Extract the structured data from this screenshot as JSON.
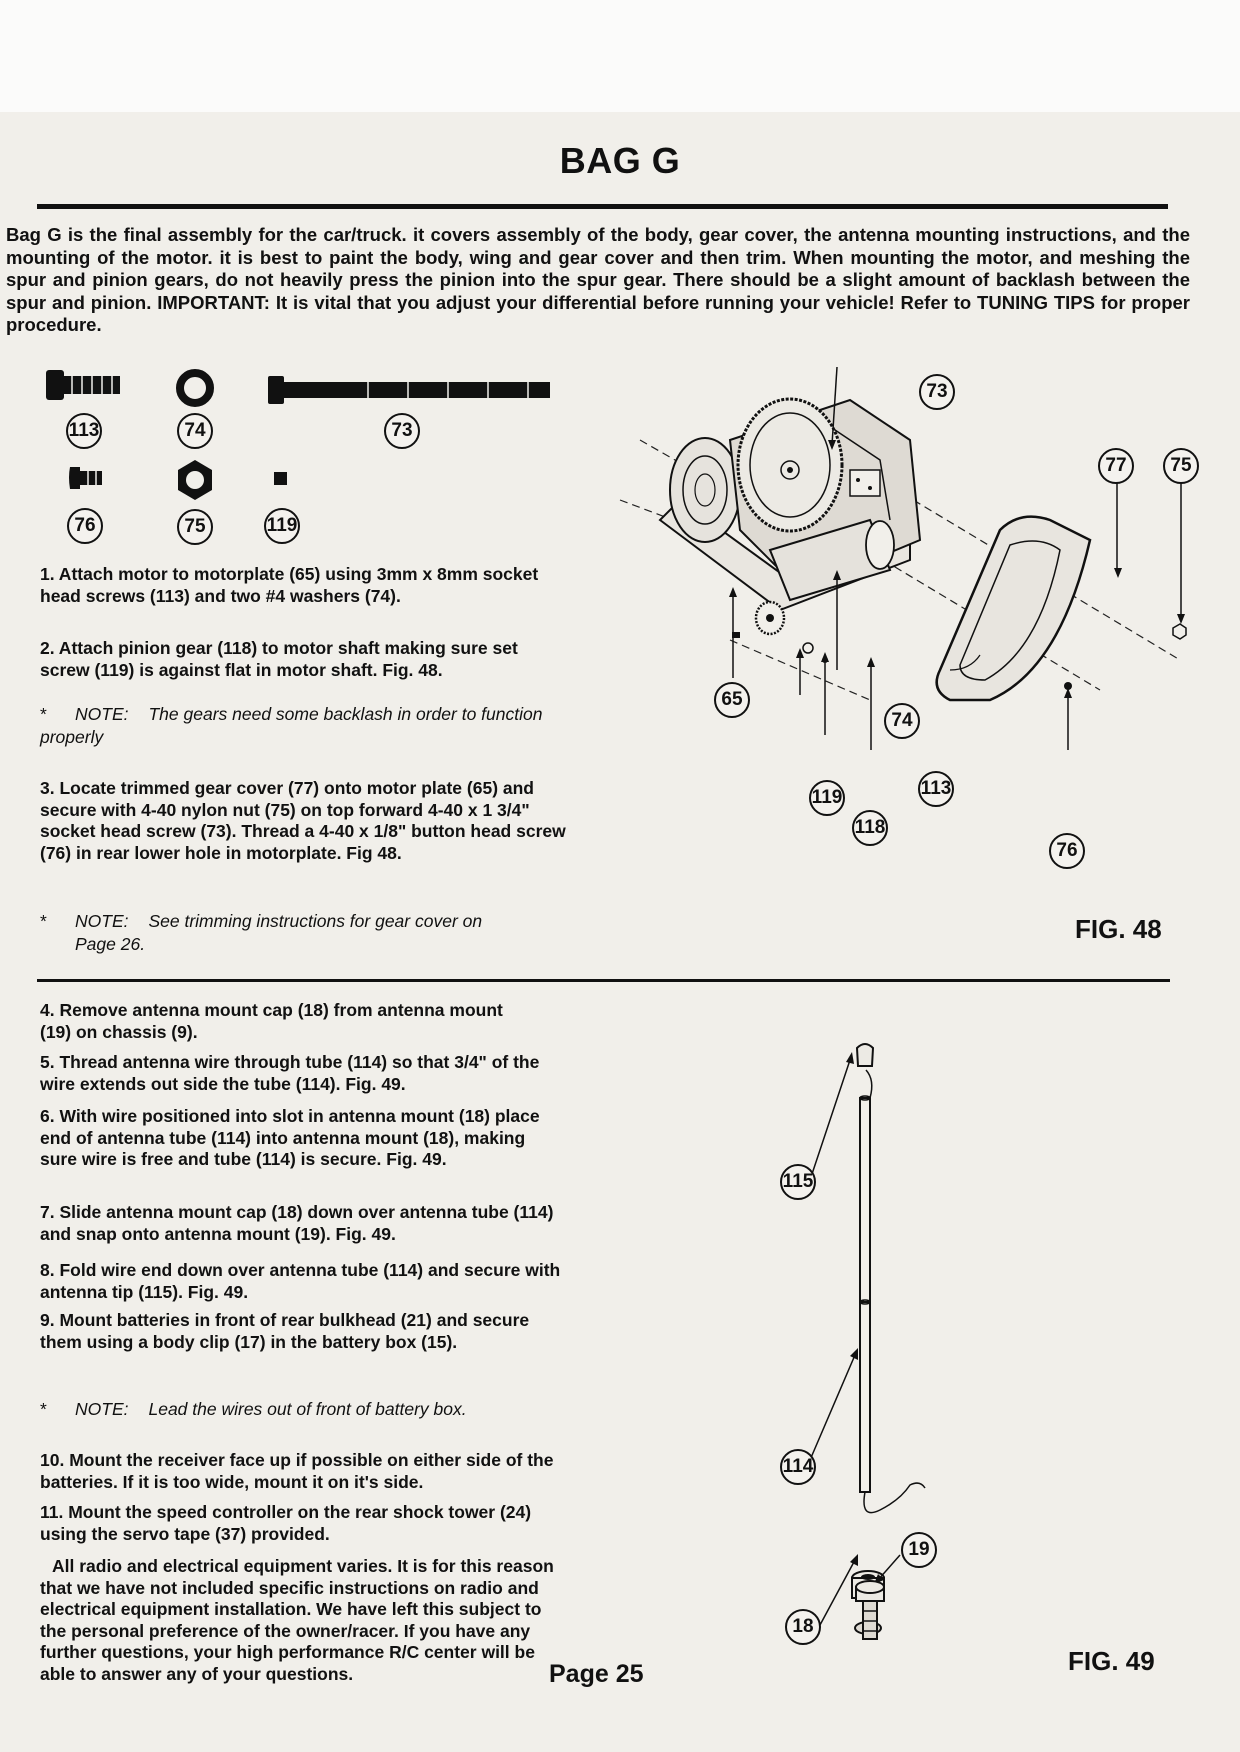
{
  "header": {
    "title": "BAG G"
  },
  "intro": "Bag G is the final assembly for the car/truck. it covers assembly of the body, gear cover, the antenna mounting instructions, and the mounting of the motor. it is best to paint the body, wing and gear cover and then trim. When mounting the motor, and meshing the spur and pinion gears, do not heavily press the pinion into the spur gear. There should be a slight amount of backlash between the spur and pinion. IMPORTANT: It is vital that you adjust your differential before running your vehicle! Refer to TUNING TIPS for proper procedure.",
  "parts": [
    "113",
    "74",
    "73",
    "76",
    "75",
    "119"
  ],
  "steps": {
    "s1": "1. Attach motor to motorplate (65) using 3mm x 8mm socket head screws (113) and two #4 washers (74).",
    "s2": "2. Attach pinion gear (118) to motor shaft making sure set screw (119) is against flat in motor shaft. Fig. 48.",
    "note1_label": "NOTE:",
    "note1_text": "The gears need some backlash in order to function properly",
    "s3": "3. Locate trimmed gear cover (77) onto motor plate (65) and secure with 4-40 nylon nut (75) on top forward 4-40 x 1 3/4\" socket head screw (73). Thread a 4-40 x 1/8\" button head screw (76) in rear lower hole in motorplate. Fig 48.",
    "note2_label": "NOTE:",
    "note2_text1": "See trimming instructions for gear cover on",
    "note2_text2": "Page 26.",
    "s4": "4. Remove antenna mount cap (18) from antenna mount (19) on chassis (9).",
    "s5": "5. Thread antenna wire through tube (114) so that 3/4\" of the wire extends out side the tube (114). Fig. 49.",
    "s6": "6. With wire positioned into slot in antenna mount (18) place end of antenna tube (114) into antenna mount (18), making sure wire is free and tube (114) is secure. Fig. 49.",
    "s7": "7. Slide antenna mount cap (18) down over antenna tube (114) and snap onto antenna mount (19). Fig. 49.",
    "s8": "8. Fold wire end down over antenna tube (114) and secure with antenna tip (115). Fig. 49.",
    "s9": "9. Mount batteries in front of rear bulkhead (21) and secure them using a body clip (17) in the battery box (15).",
    "note3_label": "NOTE:",
    "note3_text": "Lead the wires out of front of battery box.",
    "s10": "10. Mount the receiver face up if possible on either side of the batteries. If it is too wide, mount it on it's side.",
    "s11": "11. Mount the speed controller on the rear shock tower (24) using the servo tape (37) provided.",
    "closing": "All radio and electrical equipment varies. It is for this reason that we have not included specific instructions on radio and electrical equipment installation. We have left this subject to the personal preference of the owner/racer. If you have any further questions, your high performance R/C center will be able to answer any of your questions."
  },
  "fig48": {
    "label": "FIG. 48",
    "callouts": [
      "73",
      "77",
      "75",
      "65",
      "74",
      "113",
      "119",
      "118",
      "76"
    ]
  },
  "fig49": {
    "label": "FIG. 49",
    "callouts": [
      "115",
      "114",
      "19",
      "18"
    ]
  },
  "footer": {
    "page": "Page 25"
  }
}
